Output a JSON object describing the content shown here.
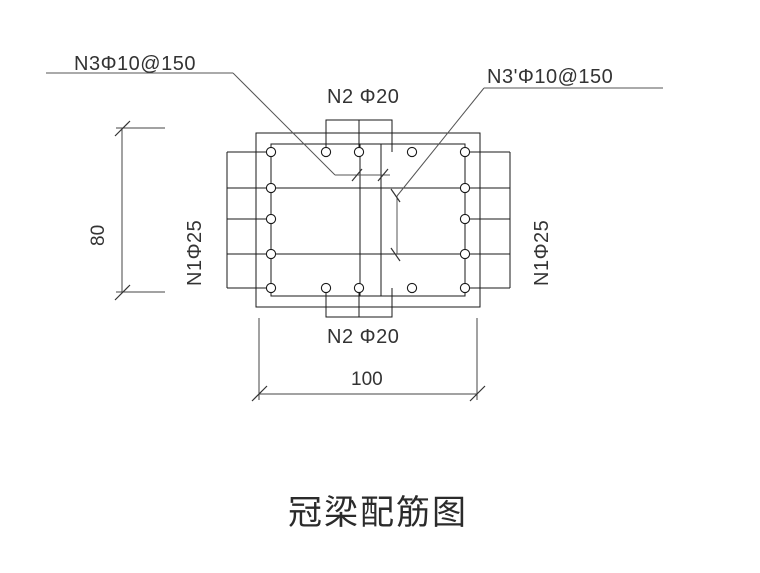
{
  "drawing": {
    "title": "冠梁配筋图",
    "title_pinyin_meaning": "Cap Beam Reinforcement Drawing",
    "background_color": "#ffffff",
    "line_color": "#1a1a1a",
    "text_color": "#333333"
  },
  "labels": {
    "top_left": "N3Φ10@150",
    "top_center": "N2 Φ20",
    "top_right": "N3'Φ10@150",
    "left_vertical": "N1Φ25",
    "right_vertical": "N1Φ25",
    "bottom_center": "N2 Φ20"
  },
  "dimensions": {
    "vertical": "80",
    "horizontal": "100"
  },
  "rebar": {
    "left_column_count": 5,
    "right_column_count": 5,
    "top_row_count": 3,
    "bottom_row_count": 3,
    "total_circles": 16,
    "stirrup_label": "N3Φ10@150",
    "main_bar_label": "N1Φ25",
    "tie_bar_label": "N2 Φ20"
  },
  "geometry": {
    "outer_width": "100",
    "outer_height": "80"
  }
}
